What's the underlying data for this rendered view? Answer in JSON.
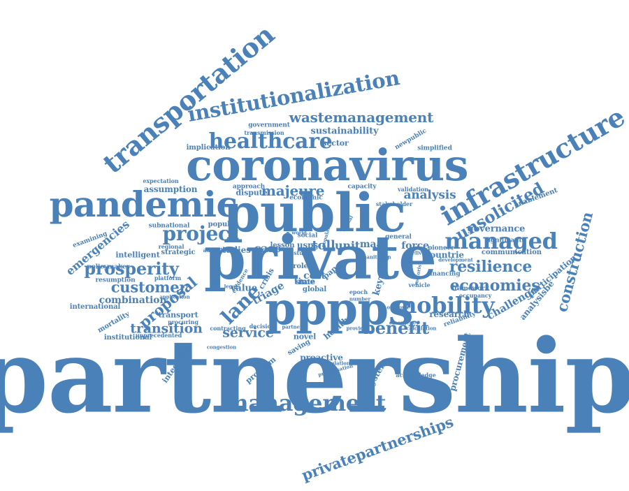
{
  "colors": {
    "word": "#4a81b8",
    "background": "#ffffff"
  },
  "words": [
    "partnership",
    "private",
    "public",
    "coronavirus",
    "pppps",
    "pandemic",
    "infrastructure",
    "transportation",
    "management",
    "institutionalization",
    "healthcare",
    "managed",
    "mobility",
    "project",
    "prosperity",
    "unsolicited",
    "privatepartnerships",
    "construction",
    "wastemanagement",
    "lane",
    "benefit",
    "resilience",
    "economies",
    "customer",
    "emergencies",
    "proposal",
    "transition",
    "service",
    "majeure",
    "analysis",
    "sustainability",
    "combination",
    "governance",
    "assumption",
    "challenge",
    "maas",
    "toll",
    "unit",
    "case",
    "force",
    "sector",
    "implication",
    "newpublic",
    "government",
    "value",
    "triage",
    "transport",
    "international",
    "mortality",
    "institutional",
    "intelligent",
    "strategic",
    "participation",
    "research",
    "reliability",
    "enablement",
    "subnational",
    "popular",
    "studies",
    "analysisbe",
    "cost",
    "time",
    "countrie",
    "communication",
    "financing",
    "significant",
    "procurement",
    "integrated",
    "program",
    "proactive",
    "system",
    "health",
    "novel",
    "saving",
    "acknowledge",
    "transmission",
    "approach",
    "dispute",
    "economic",
    "capacity",
    "simplified",
    "expectation",
    "policymaker",
    "regional",
    "adoption",
    "platform",
    "resumption",
    "examining",
    "application",
    "keyword",
    "state",
    "global",
    "role",
    "crisis",
    "paper",
    "stakeholder",
    "validation",
    "pioneer",
    "framework",
    "occupancy",
    "unprecedented",
    "procuring",
    "contracting",
    "decision",
    "usps",
    "social",
    "lesson",
    "study",
    "general",
    "development",
    "vehicle",
    "emergency",
    "calculation",
    "population",
    "prioritisation",
    "congestion",
    "partner",
    "provides",
    "outcome",
    "delivery",
    "evidence",
    "plausible",
    "legal",
    "epoch",
    "number",
    "world",
    "important",
    "popularity",
    "digital",
    "sanitation",
    "motorist"
  ]
}
